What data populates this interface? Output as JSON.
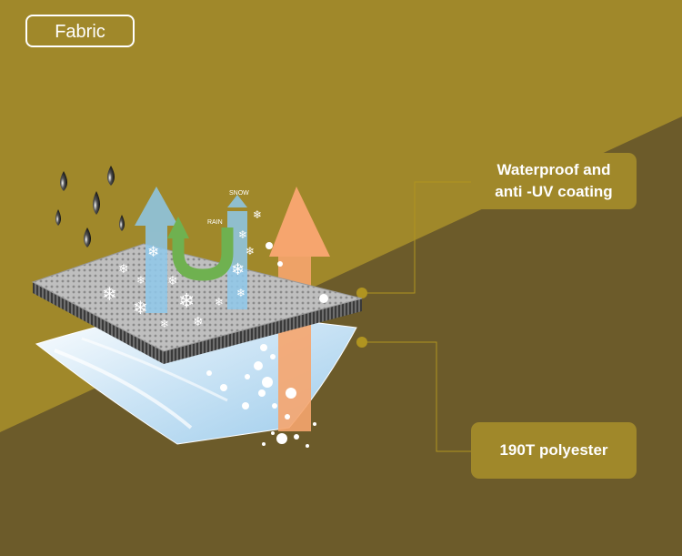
{
  "colors": {
    "gold": "#a0882a",
    "olive": "#6c5b2a",
    "callout_fill": "#a0882a",
    "leader_dot": "#b09420",
    "blue_arrow": "#8ec8ea",
    "green_arrow": "#6fb150",
    "orange_arrow": "#f6a56e"
  },
  "tag": {
    "label": "Fabric"
  },
  "callouts": {
    "top": {
      "line1": "Waterproof and",
      "line2": "anti -UV coating"
    },
    "bottom": {
      "label": "190T polyester"
    }
  },
  "diagram": {
    "snow_label": "SNOW",
    "rain_label": "RAIN",
    "snowflake_glyph": "❄"
  },
  "icons": [
    "raindrop-icon",
    "snowflake-icon",
    "arrow-up-icon",
    "u-turn-arrow-icon"
  ]
}
